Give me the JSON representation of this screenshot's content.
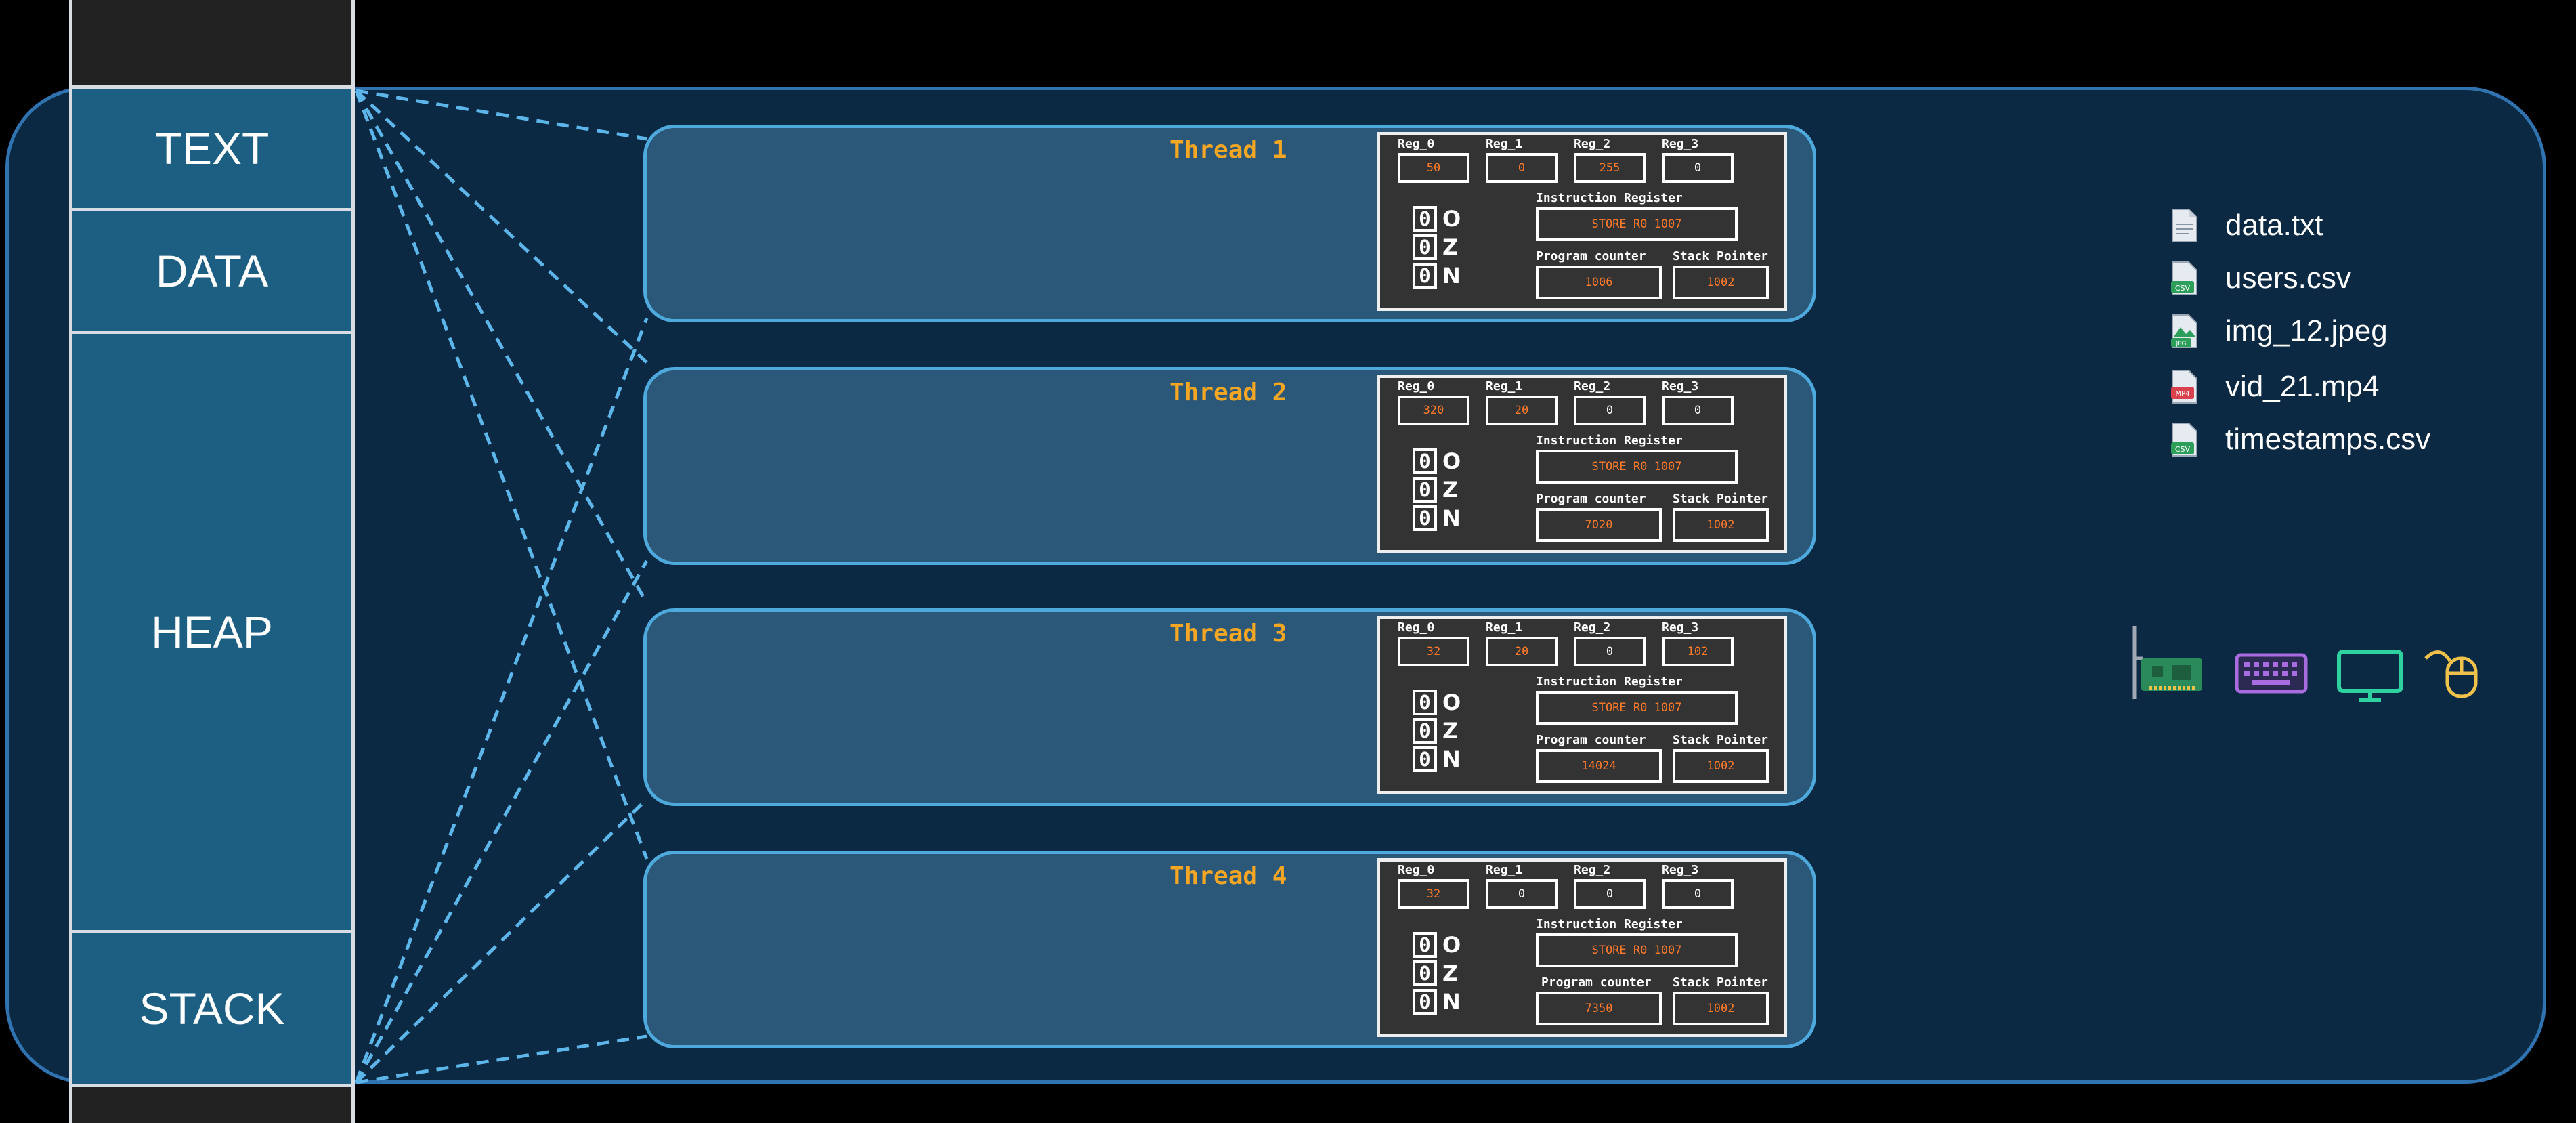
{
  "segments": [
    {
      "label": "TEXT"
    },
    {
      "label": "DATA"
    },
    {
      "label": "HEAP"
    },
    {
      "label": "STACK"
    }
  ],
  "register_labels": {
    "reg0": "Reg_0",
    "reg1": "Reg_1",
    "reg2": "Reg_2",
    "reg3": "Reg_3",
    "instruction_register": "Instruction Register",
    "program_counter": "Program counter",
    "stack_pointer": "Stack Pointer"
  },
  "flag_names": [
    "O",
    "Z",
    "N"
  ],
  "threads": [
    {
      "title": "Thread 1",
      "regs": [
        "50",
        "0",
        "255",
        "0"
      ],
      "instruction": "STORE R0 1007",
      "program_counter": "1006",
      "stack_pointer": "1002",
      "flags": [
        "0",
        "0",
        "0"
      ]
    },
    {
      "title": "Thread 2",
      "regs": [
        "320",
        "20",
        "0",
        "0"
      ],
      "instruction": "STORE R0 1007",
      "program_counter": "7020",
      "stack_pointer": "1002",
      "flags": [
        "0",
        "0",
        "0"
      ]
    },
    {
      "title": "Thread 3",
      "regs": [
        "32",
        "20",
        "0",
        "102"
      ],
      "instruction": "STORE R0 1007",
      "program_counter": "14024",
      "stack_pointer": "1002",
      "flags": [
        "0",
        "0",
        "0"
      ]
    },
    {
      "title": "Thread 4",
      "regs": [
        "32",
        "0",
        "0",
        "0"
      ],
      "instruction": "STORE R0 1007",
      "program_counter": "7350",
      "stack_pointer": "1002",
      "flags": [
        "0",
        "0",
        "0"
      ]
    }
  ],
  "files": [
    {
      "name": "data.txt",
      "icon": "text-file-icon",
      "badge": ""
    },
    {
      "name": "users.csv",
      "icon": "csv-file-icon",
      "badge": "CSV"
    },
    {
      "name": "img_12.jpeg",
      "icon": "image-file-icon",
      "badge": "JPG"
    },
    {
      "name": "vid_21.mp4",
      "icon": "video-file-icon",
      "badge": "MP4"
    },
    {
      "name": "timestamps.csv",
      "icon": "csv-file-icon",
      "badge": "CSV"
    }
  ],
  "devices": [
    "network-card-icon",
    "keyboard-icon",
    "monitor-icon",
    "mouse-icon"
  ],
  "colors": {
    "background": "#000000",
    "process_fill": "#0c2944",
    "process_border": "#2f74b0",
    "segment_fill": "#1c5f83",
    "thread_fill": "#2b5878",
    "thread_border": "#4ea9dd",
    "thread_title": "#f5a623",
    "register_value": "#ff7a2a",
    "link_line": "#5db6ea"
  }
}
